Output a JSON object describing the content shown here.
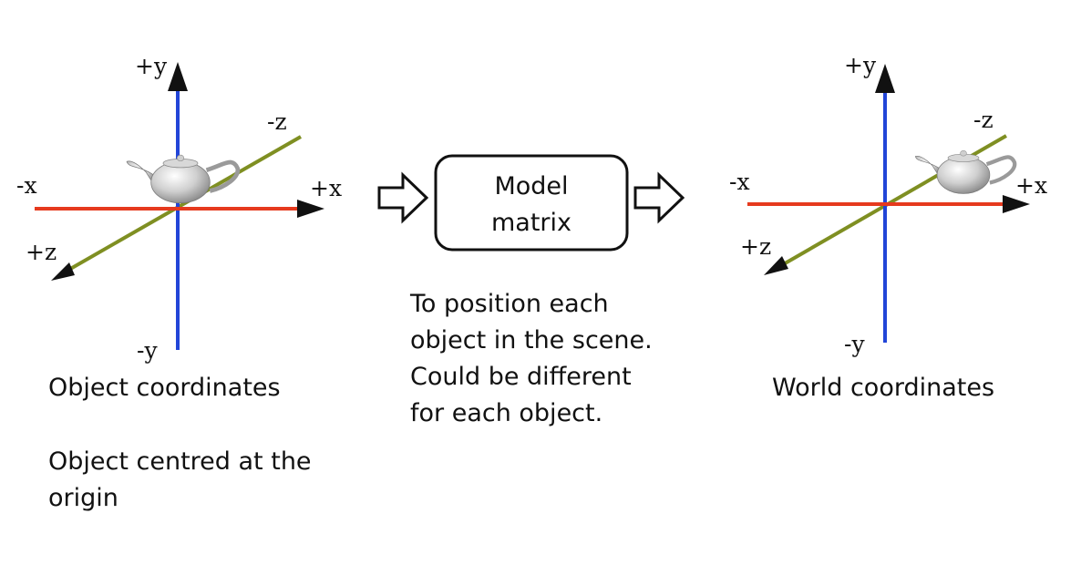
{
  "left_panel": {
    "axes": {
      "plus_y": "+y",
      "minus_y": "-y",
      "plus_x": "+x",
      "minus_x": "-x",
      "plus_z": "+z",
      "minus_z": "-z"
    },
    "caption": "Object coordinates",
    "note_line1": "Object centred at the",
    "note_line2": "origin"
  },
  "middle": {
    "box_line1": "Model",
    "box_line2": "matrix",
    "description": [
      "To position each",
      "object in the scene.",
      "Could be different",
      "for each object."
    ]
  },
  "right_panel": {
    "axes": {
      "plus_y": "+y",
      "minus_y": "-y",
      "plus_x": "+x",
      "minus_x": "-x",
      "plus_z": "+z",
      "minus_z": "-z"
    },
    "caption": "World coordinates"
  },
  "colors": {
    "x_axis": "#e63a1e",
    "y_axis": "#2245d8",
    "z_axis": "#7f8f22",
    "arrow_head": "#111111"
  },
  "icons": {
    "object": "teapot-icon",
    "flow": "hollow-right-arrow-icon"
  }
}
